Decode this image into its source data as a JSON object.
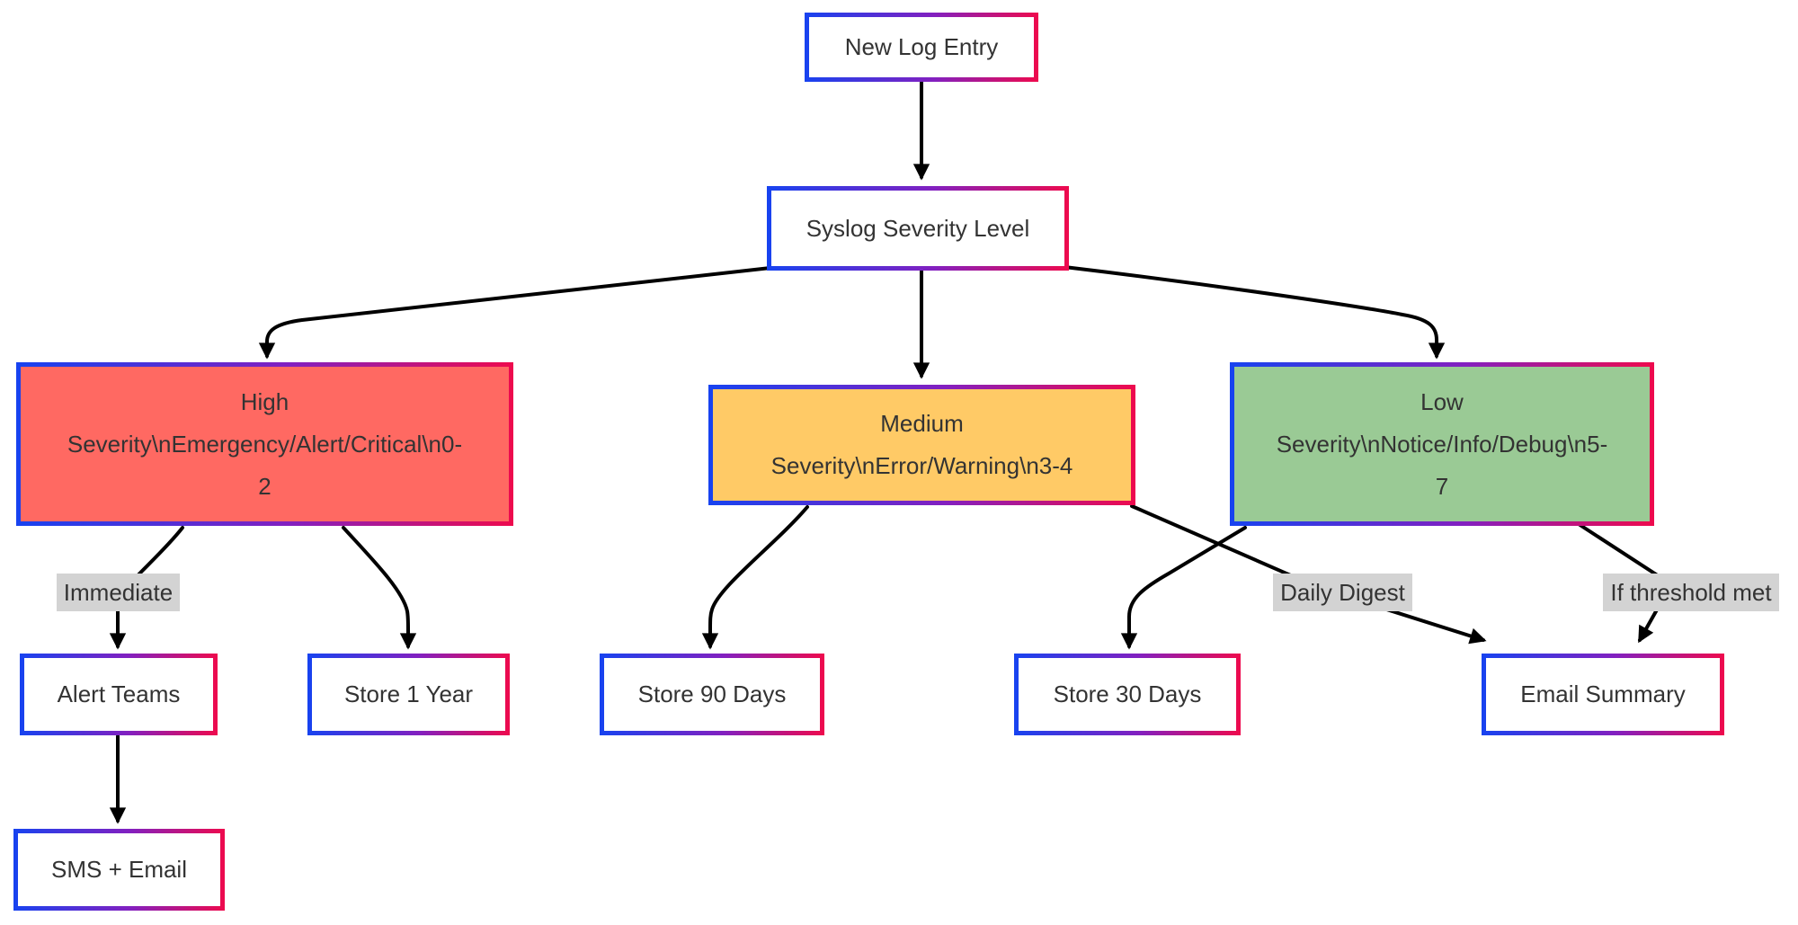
{
  "diagram": {
    "type": "flowchart",
    "direction": "top-down",
    "background": "#ffffff",
    "colors": {
      "border_gradient_start": "#1743f0",
      "border_gradient_mid": "#8220c0",
      "border_gradient_end": "#ee0a4d",
      "edge_stroke": "#000000",
      "node_text": "#333333",
      "edge_label_bg": "#d3d3d3",
      "default_node_fill": "#ffffff",
      "high_severity_fill": "#ff6962",
      "medium_severity_fill": "#ffca66",
      "low_severity_fill": "#9aca95"
    },
    "nodes": [
      {
        "id": "new-log-entry",
        "label": "New Log Entry",
        "fill": "#ffffff",
        "lines": [
          "New Log Entry"
        ]
      },
      {
        "id": "syslog-severity-level",
        "label": "Syslog Severity Level",
        "fill": "#ffffff",
        "lines": [
          "Syslog Severity Level"
        ]
      },
      {
        "id": "high-severity",
        "label": "High Severity\\nEmergency/Alert/Critical\\n0-2",
        "fill": "#ff6962",
        "lines": [
          "High",
          "Severity\\nEmergency/Alert/Critical\\n0-",
          "2"
        ]
      },
      {
        "id": "medium-severity",
        "label": "Medium Severity\\nError/Warning\\n3-4",
        "fill": "#ffca66",
        "lines": [
          "Medium",
          "Severity\\nError/Warning\\n3-4"
        ]
      },
      {
        "id": "low-severity",
        "label": "Low Severity\\nNotice/Info/Debug\\n5-7",
        "fill": "#9aca95",
        "lines": [
          "Low",
          "Severity\\nNotice/Info/Debug\\n5-",
          "7"
        ]
      },
      {
        "id": "alert-teams",
        "label": "Alert Teams",
        "fill": "#ffffff",
        "lines": [
          "Alert Teams"
        ]
      },
      {
        "id": "store-1-year",
        "label": "Store 1 Year",
        "fill": "#ffffff",
        "lines": [
          "Store 1 Year"
        ]
      },
      {
        "id": "store-90-days",
        "label": "Store 90 Days",
        "fill": "#ffffff",
        "lines": [
          "Store 90 Days"
        ]
      },
      {
        "id": "store-30-days",
        "label": "Store 30 Days",
        "fill": "#ffffff",
        "lines": [
          "Store 30 Days"
        ]
      },
      {
        "id": "email-summary",
        "label": "Email Summary",
        "fill": "#ffffff",
        "lines": [
          "Email Summary"
        ]
      },
      {
        "id": "sms-email",
        "label": "SMS + Email",
        "fill": "#ffffff",
        "lines": [
          "SMS + Email"
        ]
      }
    ],
    "edges": [
      {
        "from": "new-log-entry",
        "to": "syslog-severity-level",
        "label": ""
      },
      {
        "from": "syslog-severity-level",
        "to": "high-severity",
        "label": ""
      },
      {
        "from": "syslog-severity-level",
        "to": "medium-severity",
        "label": ""
      },
      {
        "from": "syslog-severity-level",
        "to": "low-severity",
        "label": ""
      },
      {
        "from": "high-severity",
        "to": "alert-teams",
        "label": "Immediate"
      },
      {
        "from": "high-severity",
        "to": "store-1-year",
        "label": ""
      },
      {
        "from": "medium-severity",
        "to": "store-90-days",
        "label": ""
      },
      {
        "from": "medium-severity",
        "to": "email-summary",
        "label": "Daily Digest"
      },
      {
        "from": "low-severity",
        "to": "store-30-days",
        "label": ""
      },
      {
        "from": "low-severity",
        "to": "email-summary",
        "label": "If threshold met"
      },
      {
        "from": "alert-teams",
        "to": "sms-email",
        "label": ""
      }
    ]
  }
}
